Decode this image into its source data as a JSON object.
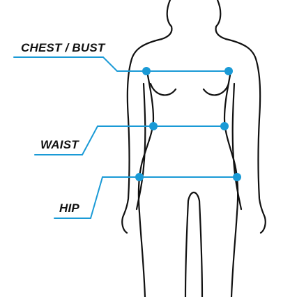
{
  "colors": {
    "accent": "#1a9ad6",
    "outline": "#111111",
    "background": "#ffffff"
  },
  "labels": {
    "chest": "CHEST / BUST",
    "waist": "WAIST",
    "hip": "HIP"
  },
  "measurements": [
    "chest",
    "waist",
    "hip"
  ]
}
